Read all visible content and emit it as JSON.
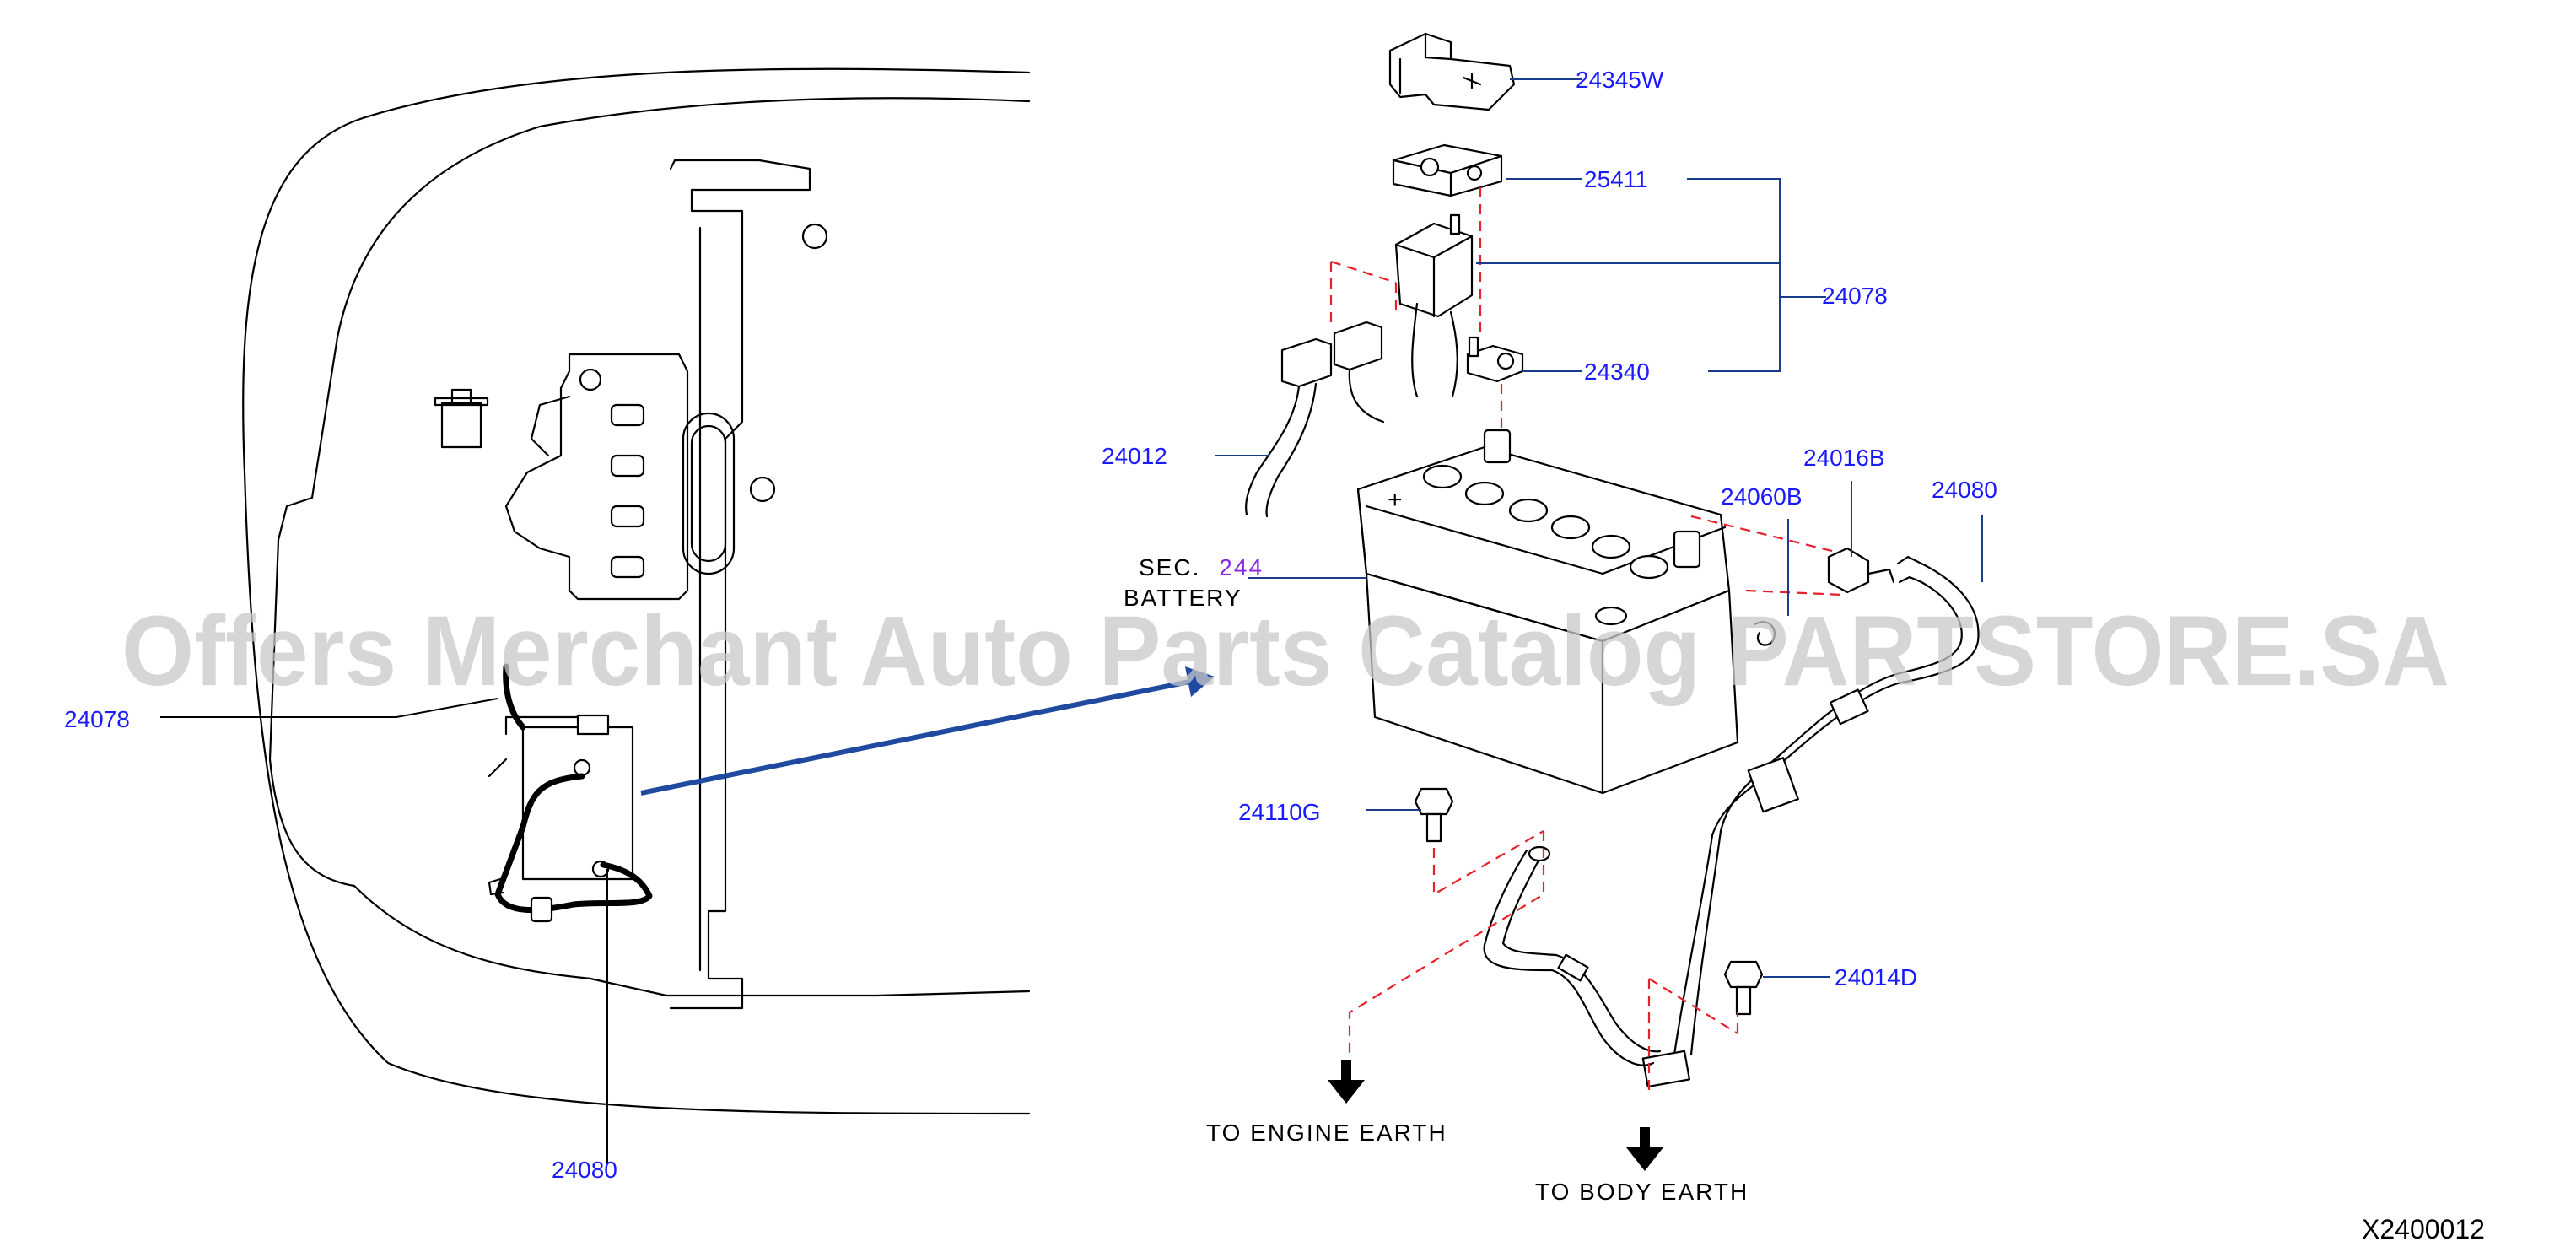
{
  "parts": {
    "p24345W": "24345W",
    "p25411": "25411",
    "p24078_right": "24078",
    "p24340": "24340",
    "p24012": "24012",
    "p24016B": "24016B",
    "p24060B": "24060B",
    "p24080_right": "24080",
    "p24110G": "24110G",
    "p24014D": "24014D",
    "p24078_left": "24078",
    "p24080_left": "24080"
  },
  "labels": {
    "sec_prefix": "SEC.",
    "sec_number": "244",
    "battery": "BATTERY",
    "engine_earth": "TO   ENGINE   EARTH",
    "body_earth": "TO   BODY   EARTH",
    "figure_code": "X2400012"
  },
  "watermark": "Offers Merchant Auto Parts Catalog PARTSTORE.SA",
  "colors": {
    "part_number": "#1a1aff",
    "sec_number": "#8a2be2",
    "leader": "#1a3a8a",
    "dashed_guide": "#e8202a",
    "arrow": "#1f4aa0",
    "watermark": "#c8c8c8"
  },
  "icons": {
    "body_earth_arrow": "arrow-down-icon",
    "engine_earth_arrow": "arrow-down-icon",
    "pointer_arrow": "arrow-right-icon"
  }
}
